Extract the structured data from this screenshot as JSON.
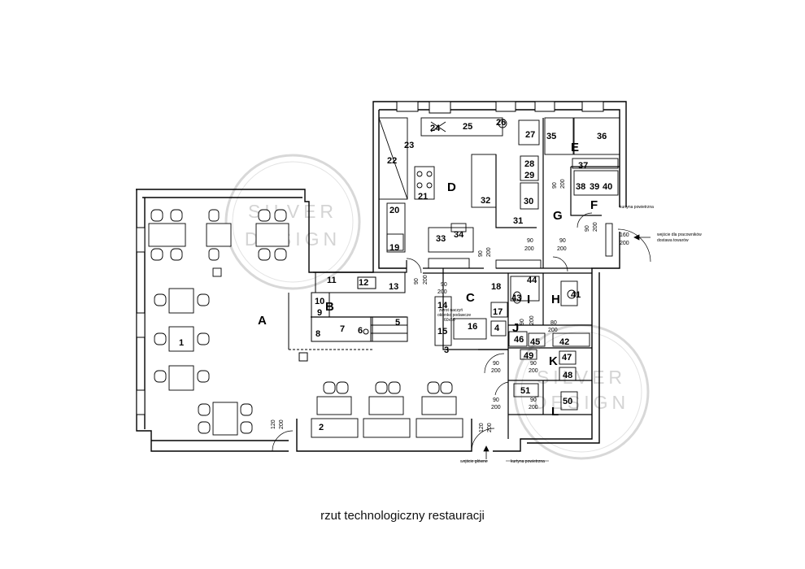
{
  "caption": "rzut technologiczny restauracji",
  "zones": [
    "A",
    "B",
    "C",
    "D",
    "E",
    "F",
    "G",
    "H",
    "I",
    "J",
    "K",
    "L"
  ],
  "equipment": [
    "1",
    "2",
    "3",
    "4",
    "5",
    "6",
    "7",
    "8",
    "9",
    "10",
    "11",
    "12",
    "13",
    "14",
    "15",
    "16",
    "17",
    "18",
    "19",
    "20",
    "21",
    "22",
    "23",
    "24",
    "25",
    "26",
    "27",
    "28",
    "29",
    "30",
    "31",
    "32",
    "33",
    "34",
    "35",
    "36",
    "37",
    "38",
    "39",
    "40",
    "41",
    "42",
    "43",
    "44",
    "45",
    "46",
    "47",
    "48",
    "49",
    "50",
    "51"
  ],
  "dims": {
    "d120": "120",
    "d200": "200",
    "d90": "90",
    "d160": "160",
    "d80": "80"
  },
  "notes": {
    "curtain": "kurtyna powietrzna",
    "delivery1": "wejście dla pracowników",
    "delivery2": "dostawa towarów",
    "main_entrance": "wejście główne",
    "return1": "zwrot naczyń",
    "return2": "okienko podawcze",
    "return3": "60x50"
  },
  "watermark": {
    "line1": "SILVER",
    "line2": "DESIGN"
  },
  "colors": {
    "wall": "#000000",
    "hatch": "#555555",
    "watermark": "#d4d4d4"
  }
}
